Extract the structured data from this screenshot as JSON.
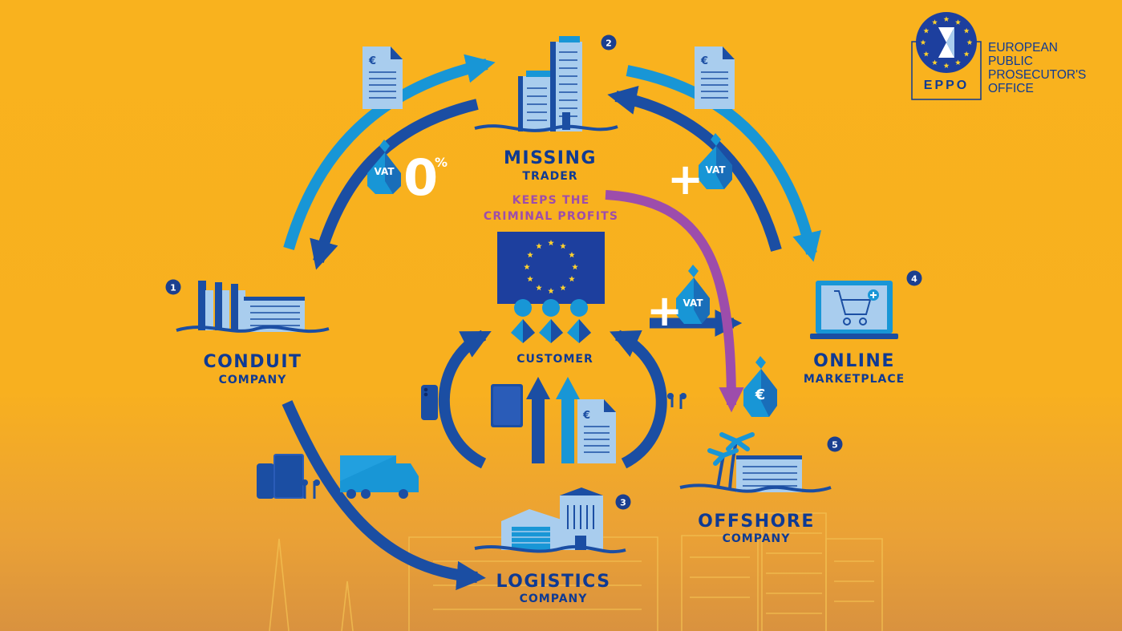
{
  "logo": {
    "acronym": "EPPO",
    "name_lines": [
      "EUROPEAN",
      "PUBLIC",
      "PROSECUTOR'S",
      "OFFICE"
    ]
  },
  "nodes": {
    "missing_trader": {
      "number": "2",
      "title": "MISSING",
      "subtitle": "TRADER"
    },
    "conduit_company": {
      "number": "1",
      "title": "CONDUIT",
      "subtitle": "COMPANY"
    },
    "logistics_company": {
      "number": "3",
      "title": "LOGISTICS",
      "subtitle": "COMPANY"
    },
    "online_marketplace": {
      "number": "4",
      "title": "ONLINE",
      "subtitle": "MARKETPLACE"
    },
    "offshore_company": {
      "number": "5",
      "title": "OFFSHORE",
      "subtitle": "COMPANY"
    },
    "customer": {
      "title": "CUSTOMER"
    }
  },
  "annotations": {
    "keeps_profits_line1": "KEEPS THE",
    "keeps_profits_line2": "CRIMINAL PROFITS",
    "vat_label": "VAT",
    "zero_value": "0",
    "zero_unit": "%",
    "plus_sign": "+",
    "euro_symbol": "€"
  },
  "colors": {
    "background": "#f8b01f",
    "dark_blue": "#1b4ea3",
    "light_blue": "#1896d6",
    "pale_blue": "#a9cdee",
    "purple": "#9d4dab",
    "eu_blue": "#1d3f9e",
    "star_yellow": "#ffd22e"
  }
}
